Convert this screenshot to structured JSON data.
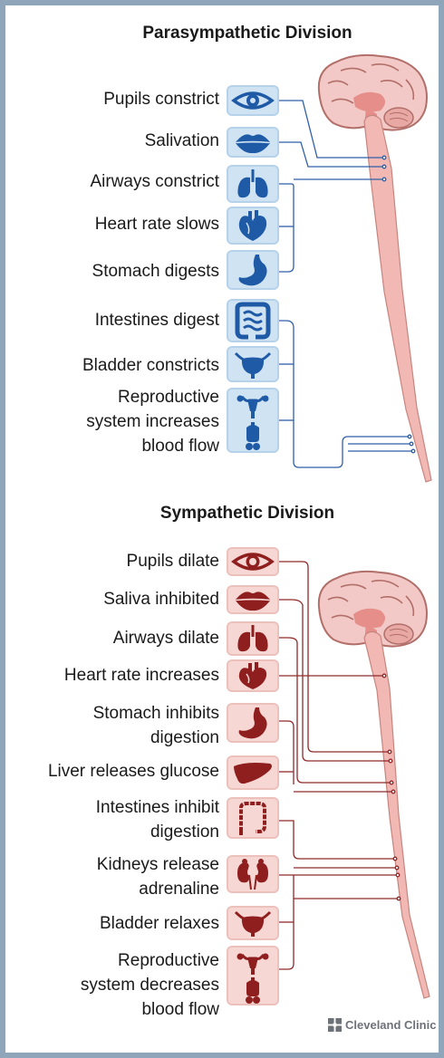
{
  "parasympathetic": {
    "title": "Parasympathetic Division",
    "items": [
      {
        "label": "Pupils constrict",
        "icon": "eye-icon"
      },
      {
        "label": "Salivation",
        "icon": "lips-icon"
      },
      {
        "label": "Airways constrict",
        "icon": "lungs-icon"
      },
      {
        "label": "Heart rate slows",
        "icon": "heart-icon"
      },
      {
        "label": "Stomach digests",
        "icon": "stomach-icon"
      },
      {
        "label": "Intestines digest",
        "icon": "intestines-icon"
      },
      {
        "label": "Bladder constricts",
        "icon": "bladder-icon"
      },
      {
        "label": "Reproductive\nsystem increases\nblood flow",
        "icon": "reproductive-icon"
      }
    ]
  },
  "sympathetic": {
    "title": "Sympathetic Division",
    "items": [
      {
        "label": "Pupils dilate",
        "icon": "eye-icon"
      },
      {
        "label": "Saliva inhibited",
        "icon": "lips-icon"
      },
      {
        "label": "Airways dilate",
        "icon": "lungs-icon"
      },
      {
        "label": "Heart rate increases",
        "icon": "heart-icon"
      },
      {
        "label": "Stomach inhibits\ndigestion",
        "icon": "stomach-icon"
      },
      {
        "label": "Liver releases glucose",
        "icon": "liver-icon"
      },
      {
        "label": "Intestines inhibit\ndigestion",
        "icon": "intestines-icon"
      },
      {
        "label": "Kidneys release\nadrenaline",
        "icon": "kidneys-icon"
      },
      {
        "label": "Bladder relaxes",
        "icon": "bladder-icon"
      },
      {
        "label": "Reproductive\nsystem decreases\nblood flow",
        "icon": "reproductive-icon"
      }
    ]
  },
  "colors": {
    "parasympathetic_icon": "#1f5aa6",
    "parasympathetic_line": "#2f5fa8",
    "sympathetic_icon": "#8f1e1e",
    "sympathetic_line": "#8f2a2a",
    "spinal_cord": "#f2b8b3",
    "frame": "#8ea5ba"
  },
  "branding": {
    "name": "Cleveland Clinic",
    "icon": "cleveland-clinic-logo-icon"
  }
}
